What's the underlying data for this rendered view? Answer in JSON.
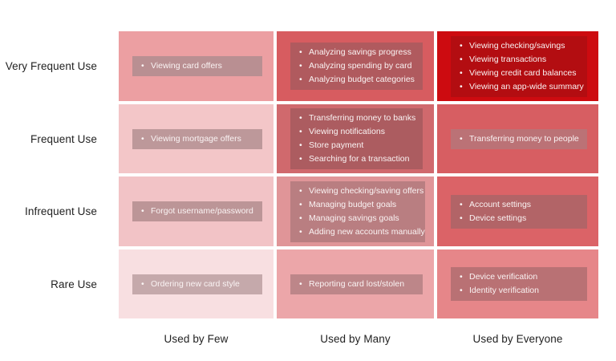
{
  "page": {
    "background": "#FFFFFF",
    "item_text_color": "#FFFFFF",
    "axis_label_color": "#222222"
  },
  "matrix": {
    "columns": [
      "Used by Few",
      "Used by Many",
      "Used by Everyone"
    ],
    "rows": [
      {
        "label": "Very Frequent Use",
        "cells": [
          {
            "bg": "#EC9FA2",
            "box": "#B98F92",
            "items": [
              "Viewing card offers"
            ]
          },
          {
            "bg": "#D75C60",
            "box": "#B05A5E",
            "items": [
              "Analyzing savings progress",
              "Analyzing spending by card",
              "Analyzing budget categories"
            ]
          },
          {
            "bg": "#CD0B10",
            "box": "#B30D11",
            "items": [
              "Viewing checking/savings",
              "Viewing transactions",
              "Viewing credit card balances",
              "Viewing an app-wide summary"
            ]
          }
        ]
      },
      {
        "label": "Frequent Use",
        "cells": [
          {
            "bg": "#F3C6C8",
            "box": "#BD989A",
            "items": [
              "Viewing mortgage offers"
            ]
          },
          {
            "bg": "#D0696D",
            "box": "#AC5C60",
            "items": [
              "Transferring money to banks",
              "Viewing notifications",
              "Store payment",
              "Searching for a transaction"
            ]
          },
          {
            "bg": "#D75E62",
            "box": "#BB7276",
            "items": [
              "Transferring money to people"
            ]
          }
        ]
      },
      {
        "label": "Infrequent Use",
        "cells": [
          {
            "bg": "#F2C3C6",
            "box": "#BC9597",
            "items": [
              "Forgot username/password"
            ]
          },
          {
            "bg": "#E09598",
            "box": "#B97E81",
            "items": [
              "Viewing checking/saving offers",
              "Managing budget goals",
              "Managing savings goals",
              "Adding new accounts manually"
            ]
          },
          {
            "bg": "#DB6367",
            "box": "#B26467",
            "items": [
              "Account settings",
              "Device settings"
            ]
          }
        ]
      },
      {
        "label": "Rare Use",
        "cells": [
          {
            "bg": "#F8DFE1",
            "box": "#C5A9AB",
            "items": [
              "Ordering new card style"
            ]
          },
          {
            "bg": "#ECA6A9",
            "box": "#BD8689",
            "items": [
              "Reporting card lost/stolen"
            ]
          },
          {
            "bg": "#E68689",
            "box": "#B97174",
            "items": [
              "Device verification",
              "Identity verification"
            ]
          }
        ]
      }
    ]
  }
}
